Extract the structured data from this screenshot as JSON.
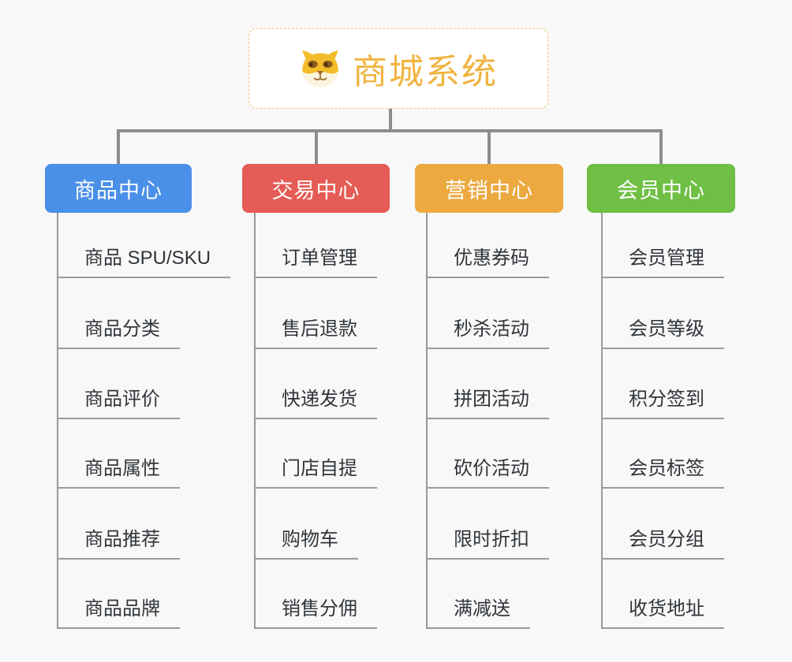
{
  "root": {
    "title": "商城系统",
    "icon": "dog-icon"
  },
  "branches": [
    {
      "title": "商品中心",
      "color": "#4a8fe8",
      "items": [
        "商品 SPU/SKU",
        "商品分类",
        "商品评价",
        "商品属性",
        "商品推荐",
        "商品品牌"
      ]
    },
    {
      "title": "交易中心",
      "color": "#e55b55",
      "items": [
        "订单管理",
        "售后退款",
        "快递发货",
        "门店自提",
        "购物车",
        "销售分佣"
      ]
    },
    {
      "title": "营销中心",
      "color": "#eba93f",
      "items": [
        "优惠券码",
        "秒杀活动",
        "拼团活动",
        "砍价活动",
        "限时折扣",
        "满减送"
      ]
    },
    {
      "title": "会员中心",
      "color": "#6fbf44",
      "items": [
        "会员管理",
        "会员等级",
        "积分签到",
        "会员标签",
        "会员分组",
        "收货地址"
      ]
    }
  ],
  "colors": {
    "background": "#f8f8f8",
    "root_accent": "#f0b440",
    "root_border": "#f2c679",
    "branch_blue": "#4a8fe8",
    "branch_red": "#e55b55",
    "branch_orange": "#eba93f",
    "branch_green": "#6fbf44",
    "connector_main": "#8c8c8c",
    "connector_sub": "#9a9a9a",
    "item_text": "#30353a"
  }
}
